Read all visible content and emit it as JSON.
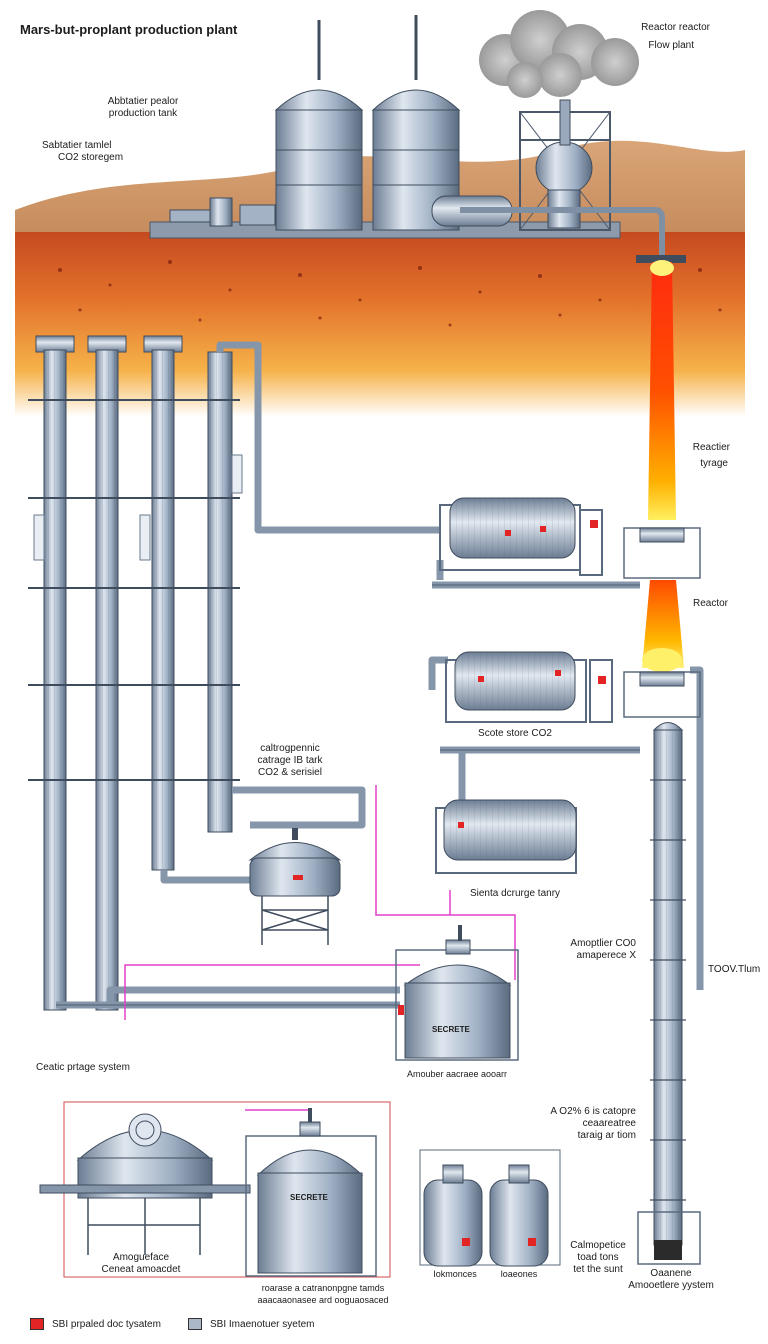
{
  "title": "Mars-but-proplant production plant",
  "labels": {
    "top_right_l1": "Reactor reactor",
    "top_right_l2": "Flow plant",
    "prod_tank_l1": "Abbtatier pealor",
    "prod_tank_l2": "production tank",
    "storage_l1": "Sabtatier tamlel",
    "storage_l2": "CO2 storegem",
    "reactor_lyrage_l1": "Reactier",
    "reactor_lyrage_l2": "tyrage",
    "reactor": "Reactor",
    "scote_store": "Scote store CO2",
    "cryo_l1": "caltrogpennic",
    "cryo_l2": "catrage IB tark",
    "cryo_l3": "CO2 & serisiel",
    "sienta_tank": "Sienta dcrurge tanry",
    "amophier_l1": "Amoptlier CO0",
    "amophier_l2": "amaperece X",
    "temp": "TOOV.Tlum",
    "creatic": "Ceatic prtage system",
    "amouer_tank": "Amouber aacraee aooarr",
    "a_o2_l1": "A O2% 6 is catopre",
    "a_o2_l2": "ceaareatree",
    "a_o2_l3": "taraig ar tiom",
    "tank_label_1": "SECRETE",
    "tank_label_2": "SECRETE",
    "amog_l1": "Amogueface",
    "amog_l2": "Ceneat amoacdet",
    "bottom_center_l1": "roarase a catranonpgne tamds",
    "bottom_center_l2": "aaacaaonasee ard ooguaosaced",
    "small_left": "Iokmonces",
    "small_right": "loaeones",
    "catmo_l1": "Calmopetice",
    "catmo_l2": "toad tons",
    "catmo_l3": "tet the sunt",
    "atmo_l1": "Oaanene",
    "atmo_l2": "Amooetlere yystem"
  },
  "legend": [
    {
      "label": "SBI prpaled doc tysatem",
      "color": "#e32424"
    },
    {
      "label": "SBI Imaenotuer syetem",
      "color": "#aab8c8"
    }
  ],
  "colors": {
    "steel": "#b9c6d6",
    "steel_dark": "#5d6f85",
    "flame": "#ff5a00",
    "ground_top": "#e0a13a",
    "ground_red": "#c9321a",
    "pipe_pink": "#e040c8"
  }
}
